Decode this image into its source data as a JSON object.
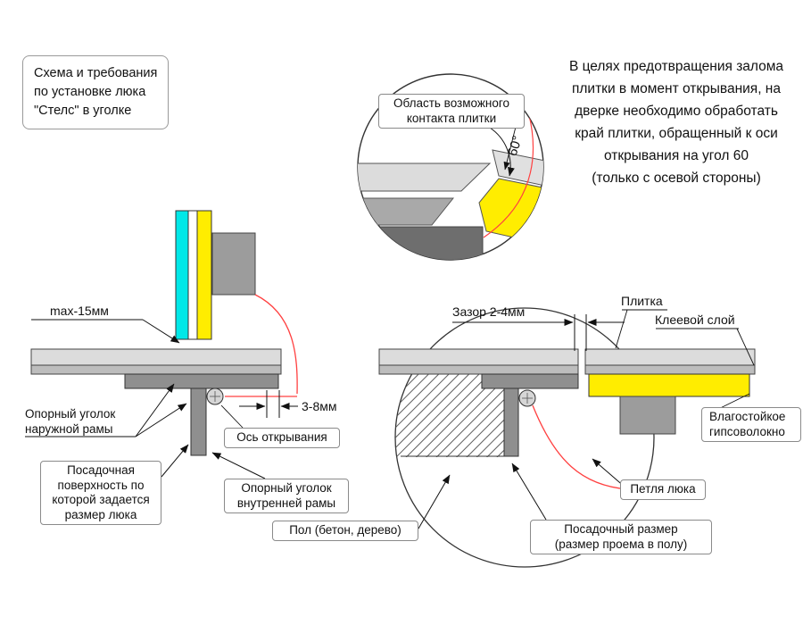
{
  "title_box": {
    "line1": "Схема и требования",
    "line2": "по установке люка",
    "line3": "\"Стелс\" в уголке"
  },
  "note": {
    "line1": "В целях предотвращения залома",
    "line2": "плитки в момент открывания, на",
    "line3": "дверке необходимо обработать",
    "line4": "край плитки, обращенный к оси",
    "line5": "открывания на угол 60",
    "line6": "(только с осевой стороны)"
  },
  "detail_view": {
    "label_line1": "Область возможного",
    "label_line2": "контакта плитки",
    "angle_label": "60°"
  },
  "left_diagram": {
    "max_offset_label": "max-15мм",
    "outer_corner_line1": "Опорный уголок",
    "outer_corner_line2": "наружной рамы",
    "axis_label": "Ось открывания",
    "gap_label": "3-8мм",
    "seating_line1": "Посадочная",
    "seating_line2": "поверхность по",
    "seating_line3": "которой задается",
    "seating_line4": "размер люка",
    "inner_corner_line1": "Опорный уголок",
    "inner_corner_line2": "внутренней рамы",
    "floor_label": "Пол (бетон, дерево)"
  },
  "right_diagram": {
    "gap_label": "Зазор 2-4мм",
    "tile_label": "Плитка",
    "adhesive_label": "Клеевой слой",
    "gypsum_line1": "Влагостойкое",
    "gypsum_line2": "гипсоволокно",
    "hinge_label": "Петля люка",
    "seating_size_line1": "Посадочный размер",
    "seating_size_line2": "(размер проема в полу)"
  },
  "colors": {
    "tile_cyan": "#00e8e8",
    "gypsum_yellow": "#ffed00",
    "trajectory_red": "#ff4040",
    "tile_light_gray": "#dcdcdc",
    "adhesive_gray": "#bdbdbd",
    "frame_gray": "#8f8f8f",
    "block_gray": "#9c9c9c",
    "dark_gray": "#6e6e6e"
  }
}
